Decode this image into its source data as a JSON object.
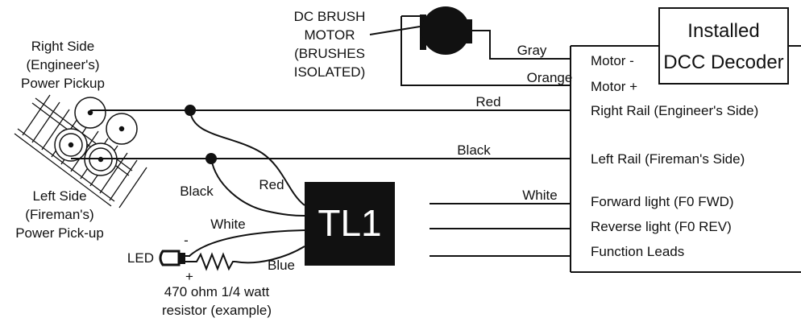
{
  "motor": {
    "label_lines": [
      "DC BRUSH",
      "MOTOR",
      "(BRUSHES",
      "ISOLATED)"
    ]
  },
  "decoder": {
    "title_lines": [
      "Installed",
      "DCC Decoder"
    ],
    "terminals": {
      "motor_minus": "Motor -",
      "motor_plus": "Motor +",
      "right_rail": "Right Rail (Engineer's Side)",
      "left_rail": "Left Rail (Fireman's Side)",
      "forward_light": "Forward light (F0 FWD)",
      "reverse_light": "Reverse light (F0 REV)",
      "function_leads": "Function Leads"
    }
  },
  "pickups": {
    "right_lines": [
      "Right Side",
      "(Engineer's)",
      "Power Pickup"
    ],
    "left_lines": [
      "Left Side",
      "(Fireman's)",
      "Power Pick-up"
    ]
  },
  "wires": {
    "gray": "Gray",
    "orange": "Orange",
    "red": "Red",
    "black": "Black",
    "white": "White",
    "blue": "Blue"
  },
  "module": {
    "label": "TL1"
  },
  "led": {
    "label": "LED",
    "minus": "-",
    "plus": "+"
  },
  "resistor": {
    "label_lines": [
      "470 ohm 1/4 watt",
      "resistor (example)"
    ]
  }
}
